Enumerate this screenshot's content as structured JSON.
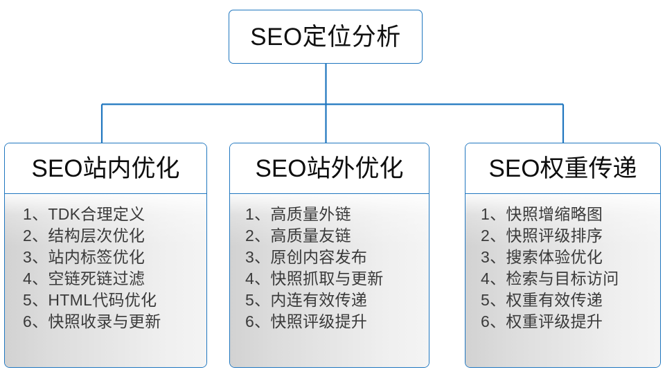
{
  "diagram": {
    "type": "tree",
    "accent_color": "#1f76bf",
    "text_color": "#111111",
    "item_text_color": "#3a3a3a",
    "body_fill_color": "#e3e3e3",
    "root": {
      "label": "SEO定位分析"
    },
    "branches": [
      {
        "title": "SEO站内优化",
        "items": [
          "1、TDK合理定义",
          "2、结构层次优化",
          "3、站内标签优化",
          "4、空链死链过滤",
          "5、HTML代码优化",
          "6、快照收录与更新"
        ]
      },
      {
        "title": "SEO站外优化",
        "items": [
          "1、高质量外链",
          "2、高质量友链",
          "3、原创内容发布",
          "4、快照抓取与更新",
          "5、内连有效传递",
          "6、快照评级提升"
        ]
      },
      {
        "title": "SEO权重传递",
        "items": [
          "1、快照增缩略图",
          "2、快照评级排序",
          "3、搜索体验优化",
          "4、检索与目标访问",
          "5、权重有效传递",
          "6、权重评级提升"
        ]
      }
    ]
  }
}
